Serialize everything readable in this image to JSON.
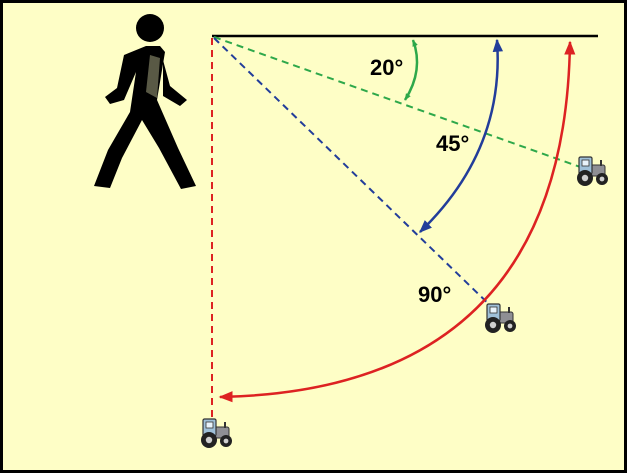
{
  "colors": {
    "background": "#fefec6",
    "border": "#000000",
    "horizon": "#000000",
    "angle_20": "#2ea84a",
    "angle_45": "#223d9a",
    "angle_90": "#dd2222",
    "tractor_body": "#9fc0d8",
    "tractor_engine": "#8f8f94",
    "tractor_wheel": "#222222"
  },
  "angles": [
    {
      "label": "20°",
      "degrees": 20,
      "color_key": "angle_20"
    },
    {
      "label": "45°",
      "degrees": 45,
      "color_key": "angle_45"
    },
    {
      "label": "90°",
      "degrees": 90,
      "color_key": "angle_90"
    }
  ],
  "icons": {
    "person": "walking-person-icon",
    "tractor": "tractor-icon"
  }
}
